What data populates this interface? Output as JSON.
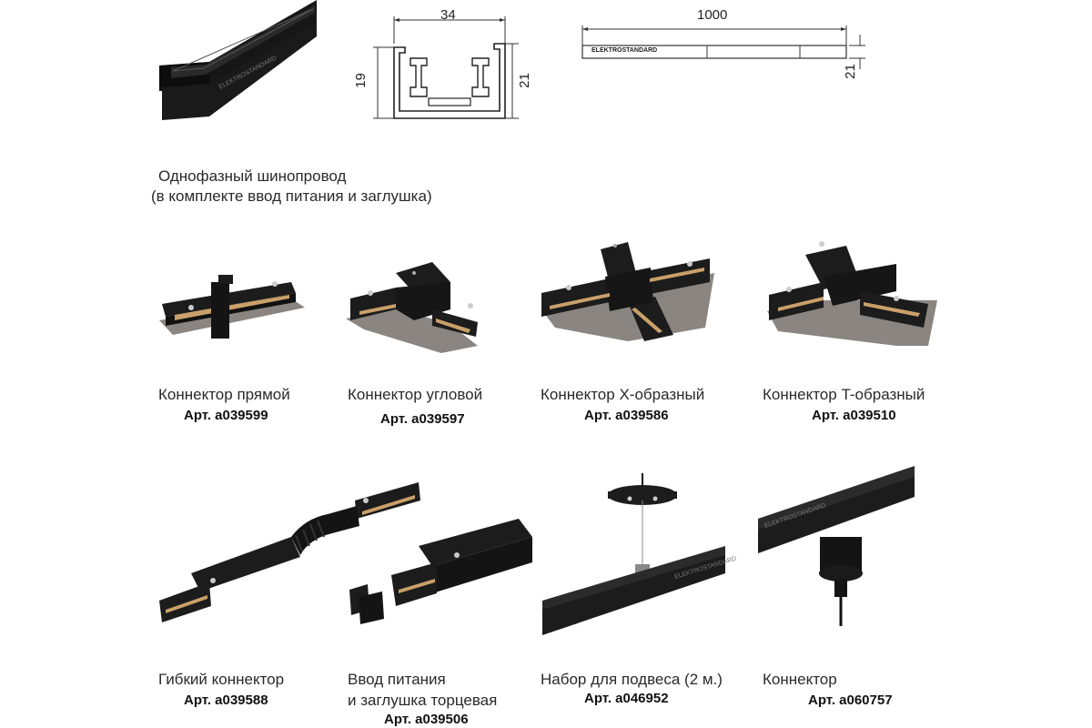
{
  "header": {
    "track_title": "Однофазный шинопровод",
    "track_subtitle": "(в комплекте ввод питания и заглушка)",
    "brand": "ELEKTROSTANDARD",
    "dims": {
      "width": "34",
      "left_height": "19",
      "right_height": "21",
      "length": "1000",
      "length_height": "21"
    }
  },
  "products": [
    {
      "name": "Коннектор прямой",
      "art": "Арт. a039599"
    },
    {
      "name": "Коннектор угловой",
      "art": "Арт. a039597"
    },
    {
      "name": "Коннектор X-образный",
      "art": "Арт. a039586"
    },
    {
      "name": "Коннектор T-образный",
      "art": "Арт. a039510"
    },
    {
      "name": "Гибкий коннектор",
      "art": "Арт. a039588"
    },
    {
      "name": "Ввод питания",
      "name2": "и заглушка торцевая",
      "art": "Арт. a039506"
    },
    {
      "name": "Набор для подвеса (2 м.)",
      "art": "Арт. a046952"
    },
    {
      "name": "Коннектор",
      "art": "Арт. a060757"
    }
  ],
  "colors": {
    "body": "#1c1c1c",
    "brass": "#c9a06a",
    "plate": "#8a8580"
  }
}
